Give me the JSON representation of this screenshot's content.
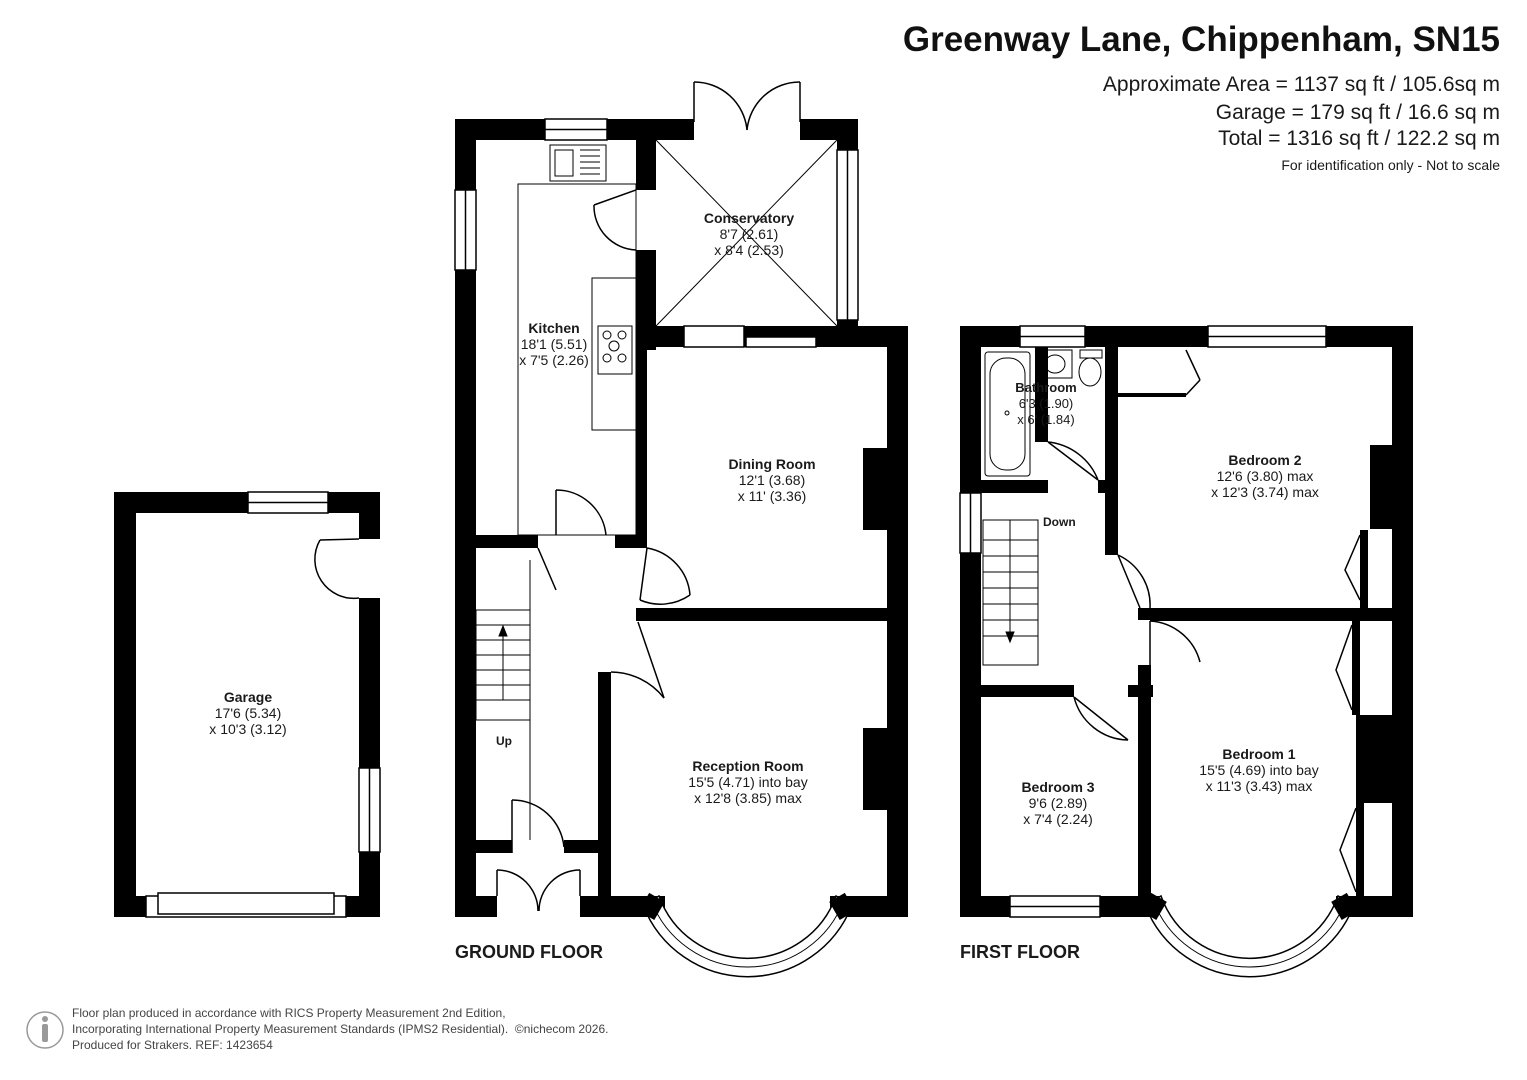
{
  "header": {
    "address": "Greenway Lane, Chippenham, SN15",
    "area_approx": "Approximate Area = 1137 sq ft / 105.6sq m",
    "area_garage": "Garage = 179 sq ft / 16.6 sq m",
    "area_total": "Total = 1316 sq ft / 122.2 sq m",
    "note": "For identification only - Not to scale"
  },
  "floors": {
    "ground": "GROUND FLOOR",
    "first": "FIRST FLOOR"
  },
  "rooms": {
    "garage": {
      "name": "Garage",
      "dim1": "17'6 (5.34)",
      "dim2": "x 10'3 (3.12)"
    },
    "kitchen": {
      "name": "Kitchen",
      "dim1": "18'1 (5.51)",
      "dim2": "x 7'5 (2.26)"
    },
    "conservatory": {
      "name": "Conservatory",
      "dim1": "8'7 (2.61)",
      "dim2": "x 8'4 (2.53)"
    },
    "dining": {
      "name": "Dining Room",
      "dim1": "12'1 (3.68)",
      "dim2": "x 11' (3.36)"
    },
    "reception": {
      "name": "Reception Room",
      "dim1": "15'5 (4.71) into bay",
      "dim2": "x 12'8 (3.85) max"
    },
    "bathroom": {
      "name": "Bathroom",
      "dim1": "6'3 (1.90)",
      "dim2": "x 6' (1.84)"
    },
    "bedroom2": {
      "name": "Bedroom 2",
      "dim1": "12'6 (3.80) max",
      "dim2": "x 12'3 (3.74) max"
    },
    "bedroom1": {
      "name": "Bedroom 1",
      "dim1": "15'5 (4.69) into bay",
      "dim2": "x 11'3 (3.43) max"
    },
    "bedroom3": {
      "name": "Bedroom 3",
      "dim1": "9'6 (2.89)",
      "dim2": "x 7'4 (2.24)"
    }
  },
  "stairs": {
    "up": "Up",
    "down": "Down"
  },
  "footer": {
    "line1": "Floor plan produced in accordance with RICS Property Measurement 2nd Edition,",
    "line2": "Incorporating International Property Measurement Standards (IPMS2 Residential).",
    "brand": "©nichecom 2026.",
    "line3": "Produced for Strakers.   REF: 1423654"
  }
}
